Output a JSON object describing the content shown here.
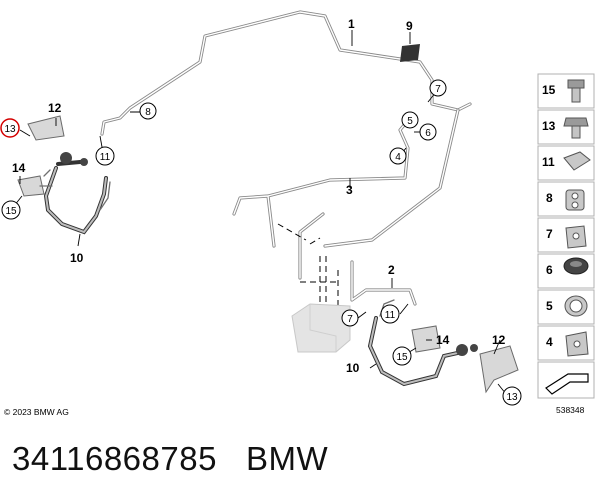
{
  "diagram": {
    "callouts_bold": {
      "c1": "1",
      "c2": "2",
      "c3": "3",
      "c9": "9",
      "c10a": "10",
      "c10b": "10",
      "c12a": "12",
      "c12b": "12",
      "c14a": "14",
      "c14b": "14"
    },
    "callouts_circled": {
      "c5": "5",
      "c6": "6",
      "c4": "4",
      "c7a": "7",
      "c7b": "7",
      "c8": "8",
      "c11a": "11",
      "c11b": "11",
      "c13a": "13",
      "c13b": "13",
      "c15a": "15",
      "c15b": "15"
    },
    "copyright": "© 2023 BMW AG",
    "diagram_id": "538348"
  },
  "legend": {
    "items": [
      "15",
      "13",
      "11",
      "8",
      "7",
      "6",
      "5",
      "4"
    ]
  },
  "footer": {
    "part_number": "34116868785",
    "brand": "BMW"
  }
}
